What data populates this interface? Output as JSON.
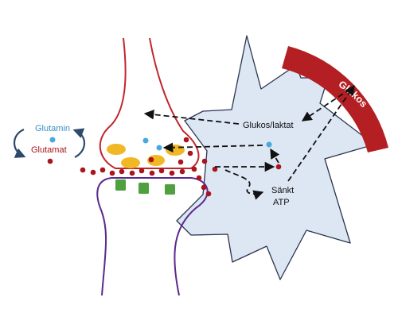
{
  "labels": {
    "glucose_vessel": "Glukos",
    "glucose_lactate": "Glukos/laktat",
    "lowered_atp_line1": "Sänkt",
    "lowered_atp_line2": "ATP",
    "glutamine": "Glutamin",
    "glutamate": "Glutamat"
  },
  "colors": {
    "neuron_outline": "#c0262c",
    "postsynaptic_outline": "#5a2a8c",
    "astrocyte_fill": "#dde6f3",
    "astrocyte_outline": "#2a3550",
    "vessel": "#b41f24",
    "vesicle": "#f0b825",
    "glutamate_dot": "#a8151d",
    "glutamine_dot": "#4aa9dc",
    "receptor": "#4fa13f",
    "arrow": "#111111",
    "cycle_arrow": "#2e4a6b"
  },
  "icons": {
    "cycle": "glutamine-glutamate-cycle-arrows",
    "arrows": "dashed-arrows"
  }
}
